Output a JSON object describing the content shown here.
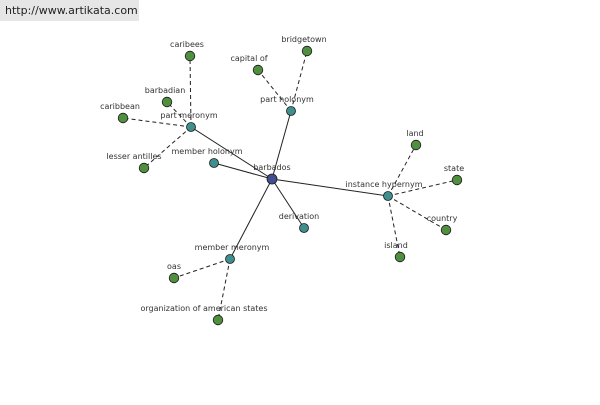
{
  "watermark": "http://www.artikata.com",
  "colors": {
    "center_node": "#3f4f8f",
    "relation_node": "#3f8f8f",
    "leaf_node": "#4f8f3f",
    "edge": "#222222",
    "url_bar_bg": "#e6e6e6"
  },
  "graph": {
    "center": {
      "id": "barbados",
      "label": "barbados"
    },
    "relations": [
      {
        "id": "part-meronym",
        "label": "part meronym"
      },
      {
        "id": "member-holonym",
        "label": "member holonym"
      },
      {
        "id": "part-holonym",
        "label": "part holonym"
      },
      {
        "id": "derivation",
        "label": "derivation"
      },
      {
        "id": "member-meronym",
        "label": "member meronym"
      },
      {
        "id": "instance-hypernym",
        "label": "instance hypernym"
      }
    ],
    "leaves": [
      {
        "id": "caribees",
        "label": "caribees",
        "relation": "part-meronym"
      },
      {
        "id": "barbadian",
        "label": "barbadian",
        "relation": "part-meronym"
      },
      {
        "id": "caribbean",
        "label": "caribbean",
        "relation": "part-meronym"
      },
      {
        "id": "lesser-antilles",
        "label": "lesser antilles",
        "relation": "part-meronym"
      },
      {
        "id": "capital-of",
        "label": "capital of",
        "relation": "part-holonym"
      },
      {
        "id": "bridgetown",
        "label": "bridgetown",
        "relation": "part-holonym"
      },
      {
        "id": "land",
        "label": "land",
        "relation": "instance-hypernym"
      },
      {
        "id": "state",
        "label": "state",
        "relation": "instance-hypernym"
      },
      {
        "id": "country",
        "label": "country",
        "relation": "instance-hypernym"
      },
      {
        "id": "island",
        "label": "island",
        "relation": "instance-hypernym"
      },
      {
        "id": "oas",
        "label": "oas",
        "relation": "member-meronym"
      },
      {
        "id": "organization-of-american-states",
        "label": "organization of american states",
        "relation": "member-meronym"
      }
    ]
  }
}
